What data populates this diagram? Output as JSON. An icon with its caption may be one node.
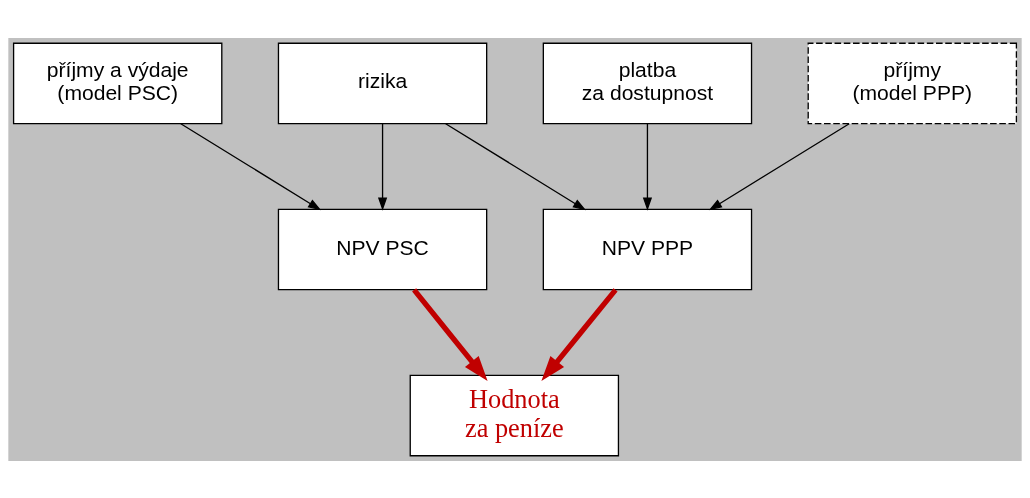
{
  "diagram": {
    "nodes": [
      {
        "text": [
          "příjmy a výdaje (model PSC)"
        ]
      },
      {
        "text": [
          "rizika"
        ]
      },
      {
        "text": [
          "platba za dostupnost"
        ]
      },
      {
        "text": [
          "příjmy (model PPP)"
        ]
      },
      {
        "text": [
          "NPV PSC"
        ]
      },
      {
        "text": [
          "NPV PPP"
        ]
      },
      {
        "text": [
          "Hodnota za peníze"
        ]
      }
    ],
    "edges": [
      {
        "from": 0,
        "to": 4,
        "arrow": "to"
      },
      {
        "from": 1,
        "to": 4,
        "arrow": "to"
      },
      {
        "from": 1,
        "to": 5,
        "arrow": "to"
      },
      {
        "from": 2,
        "to": 5,
        "arrow": "to"
      },
      {
        "from": 3,
        "to": 5,
        "arrow": "to"
      },
      {
        "from": 4,
        "to": 6,
        "arrow": "to",
        "style": "thick",
        "color": "#c00000"
      },
      {
        "from": 5,
        "to": 6,
        "arrow": "to",
        "style": "thick",
        "color": "#c00000"
      }
    ]
  }
}
